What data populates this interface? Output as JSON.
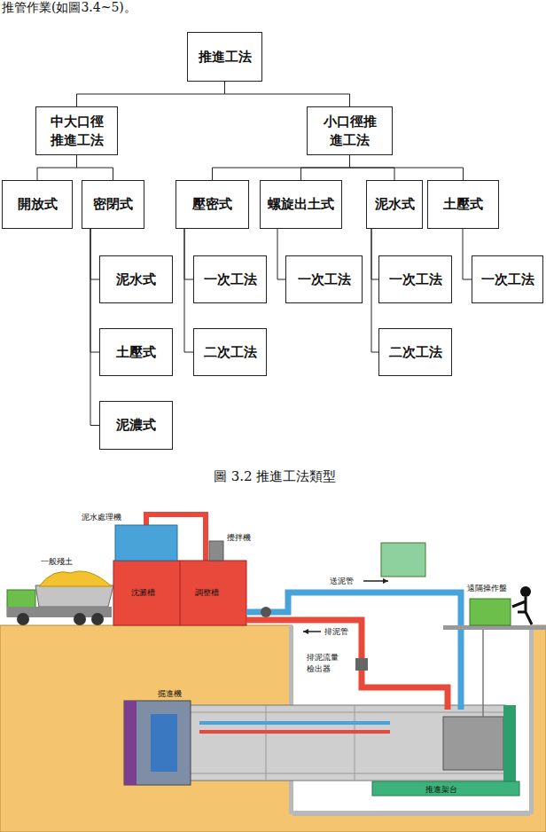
{
  "diagram": {
    "caption": "圖 3.2 推進工法類型",
    "nodes": [
      {
        "text": [
          "推進工法"
        ]
      },
      {
        "text": [
          "中大口徑推進工法"
        ]
      },
      {
        "text": [
          "小口徑推進工法"
        ]
      },
      {
        "text": [
          "開放式"
        ]
      },
      {
        "text": [
          "密閉式"
        ]
      },
      {
        "text": [
          "壓密式"
        ]
      },
      {
        "text": [
          "螺旋出土式"
        ]
      },
      {
        "text": [
          "泥水式"
        ]
      },
      {
        "text": [
          "土壓式"
        ]
      },
      {
        "text": [
          "泥水式"
        ]
      },
      {
        "text": [
          "一次工法"
        ]
      },
      {
        "text": [
          "一次工法"
        ]
      },
      {
        "text": [
          "一次工法"
        ]
      },
      {
        "text": [
          "一次工法"
        ]
      },
      {
        "text": [
          "土壓式"
        ]
      },
      {
        "text": [
          "二次工法"
        ]
      },
      {
        "text": [
          "二次工法"
        ]
      },
      {
        "text": [
          "泥濃式"
        ]
      }
    ],
    "edges": [
      {
        "from": 0,
        "to": 1,
        "arrow": "none"
      },
      {
        "from": 0,
        "to": 2,
        "arrow": "none"
      },
      {
        "from": 1,
        "to": 3,
        "arrow": "none"
      },
      {
        "from": 1,
        "to": 4,
        "arrow": "none"
      },
      {
        "from": 2,
        "to": 5,
        "arrow": "none"
      },
      {
        "from": 2,
        "to": 6,
        "arrow": "none"
      },
      {
        "from": 2,
        "to": 7,
        "arrow": "none"
      },
      {
        "from": 2,
        "to": 8,
        "arrow": "none"
      },
      {
        "from": 4,
        "to": 9,
        "arrow": "none"
      },
      {
        "from": 4,
        "to": 14,
        "arrow": "none"
      },
      {
        "from": 4,
        "to": 17,
        "arrow": "none"
      },
      {
        "from": 5,
        "to": 10,
        "arrow": "none"
      },
      {
        "from": 5,
        "to": 15,
        "arrow": "none"
      },
      {
        "from": 6,
        "to": 11,
        "arrow": "none"
      },
      {
        "from": 7,
        "to": 12,
        "arrow": "none"
      },
      {
        "from": 7,
        "to": 16,
        "arrow": "none"
      },
      {
        "from": 8,
        "to": 13,
        "arrow": "none"
      }
    ],
    "labels": [
      "推管作業(如圖3.4~5)。",
      "泥水處理機",
      "攪拌機",
      "一般殘土",
      "送泥管",
      "沈澱槽",
      "調整槽",
      "排泥管",
      "遠隔操作盤",
      "排泥流量檢出器",
      "掘進機",
      "推進架台"
    ]
  }
}
